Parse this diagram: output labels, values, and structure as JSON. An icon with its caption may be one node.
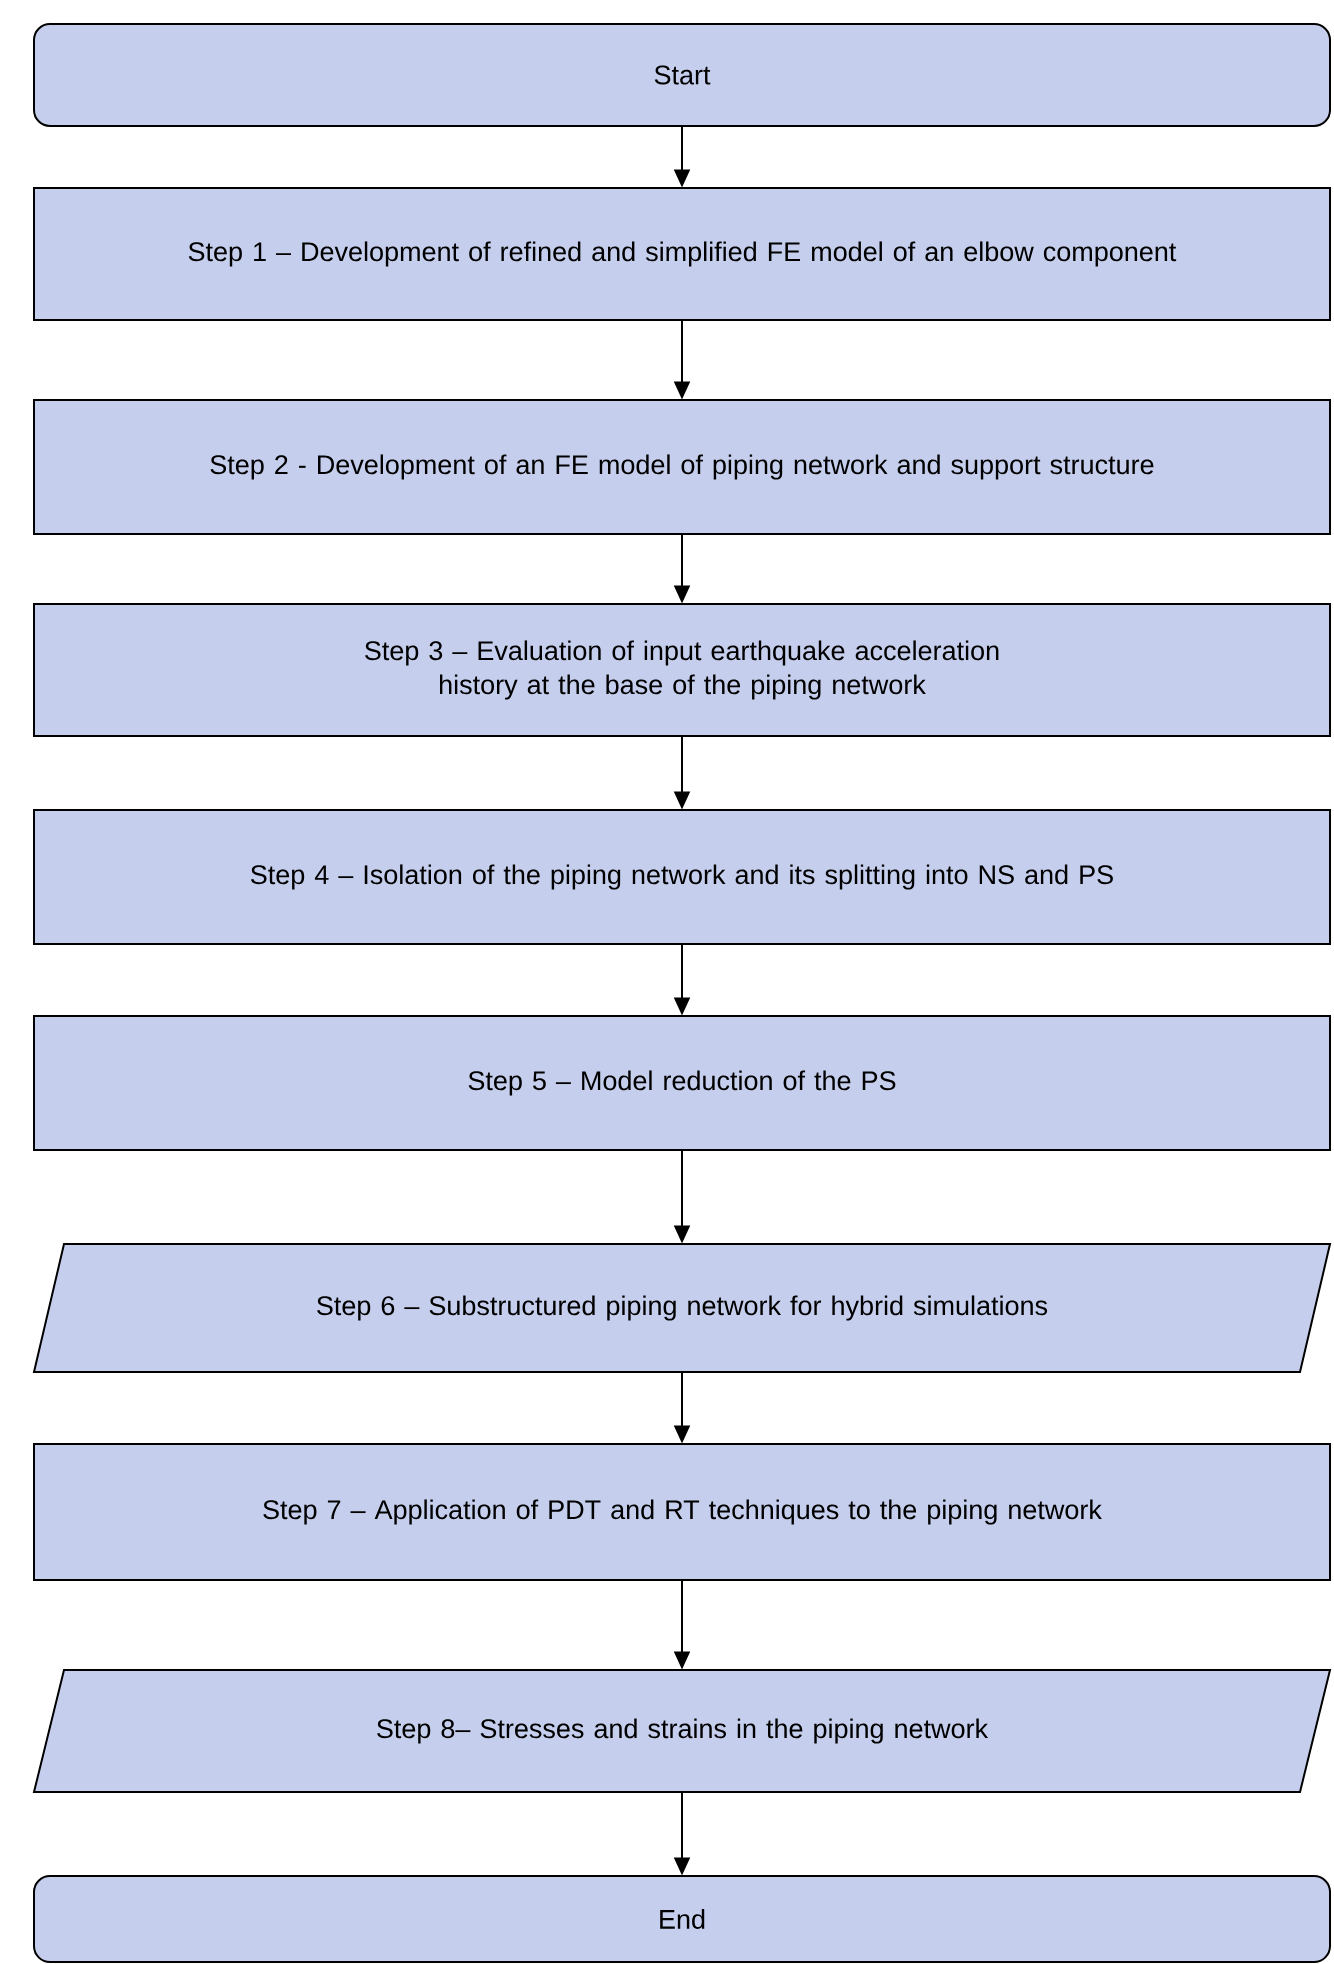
{
  "diagram": {
    "nodes": [
      {
        "text": [
          "Start"
        ]
      },
      {
        "text": [
          "Step 1 – Development of refined and simplified FE model of an elbow component"
        ]
      },
      {
        "text": [
          "Step 2 - Development of an FE model of piping network and support structure"
        ]
      },
      {
        "text": [
          "Step 3 – Evaluation of input earthquake acceleration history at the base of the piping network"
        ]
      },
      {
        "text": [
          "Step 4 – Isolation of the piping network and its splitting into NS and PS"
        ]
      },
      {
        "text": [
          "Step 5 – Model reduction of the PS"
        ]
      },
      {
        "text": [
          "Step 6 – Substructured piping network for hybrid simulations"
        ]
      },
      {
        "text": [
          "Step 7 – Application of PDT and RT techniques to the piping network"
        ]
      },
      {
        "text": [
          "Step 8– Stresses and strains in the piping network"
        ]
      },
      {
        "text": [
          "End"
        ]
      }
    ],
    "edges": [
      {
        "from": 0,
        "to": 1,
        "arrow": "to"
      },
      {
        "from": 1,
        "to": 2,
        "arrow": "to"
      },
      {
        "from": 2,
        "to": 3,
        "arrow": "to"
      },
      {
        "from": 3,
        "to": 4,
        "arrow": "to"
      },
      {
        "from": 4,
        "to": 5,
        "arrow": "to"
      },
      {
        "from": 5,
        "to": 6,
        "arrow": "to"
      },
      {
        "from": 6,
        "to": 7,
        "arrow": "to"
      },
      {
        "from": 7,
        "to": 8,
        "arrow": "to"
      },
      {
        "from": 8,
        "to": 9,
        "arrow": "to"
      }
    ]
  }
}
